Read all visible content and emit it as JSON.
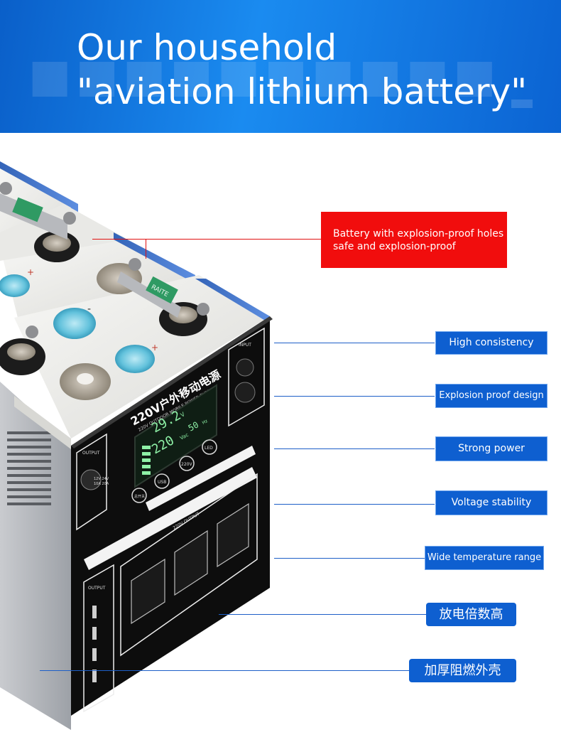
{
  "header": {
    "title_line1": "Our household",
    "title_line2": "\"aviation lithium battery\""
  },
  "callouts": {
    "explosion_holes_line1": "Battery with explosion-proof holes",
    "explosion_holes_line2": "safe and explosion-proof",
    "high_consistency": "High consistency",
    "explosion_proof_design": "Explosion proof design",
    "strong_power": "Strong power",
    "voltage_stability": "Voltage stability",
    "wide_temperature": "Wide temperature range",
    "discharge_rate_high": "放电倍数高",
    "thick_flame_retardant_shell": "加厚阻燃外壳"
  },
  "device": {
    "top_title": "220V户外移动电源",
    "top_subtitle": "220V OUTDOOR MOBILE POWER SUPPLY",
    "screen_voltage": "29.2",
    "screen_voltage_unit": "V",
    "screen_ac": "220",
    "screen_ac_unit": "Vac",
    "screen_freq": "50",
    "screen_freq_unit": "Hz",
    "btn_usb": "USB",
    "btn_220v": "220V",
    "btn_led": "LED",
    "btn_power": "总开关",
    "output_label": "OUTPUT",
    "input_label": "INPUT",
    "output_220v": "220V OUTPUT",
    "dc_12v": "12V 24V",
    "dc_rating": "10A 20A",
    "cell_brand": "RAITE",
    "cell_plus": "+",
    "cell_minus": "-"
  },
  "colors": {
    "banner": "#0b63d2",
    "red_label": "#f10d0d",
    "blue_label": "#0e5fd0",
    "device_face": "#0d0d0d",
    "screen": "#0f1e14",
    "screen_text": "#8ef0a6"
  }
}
